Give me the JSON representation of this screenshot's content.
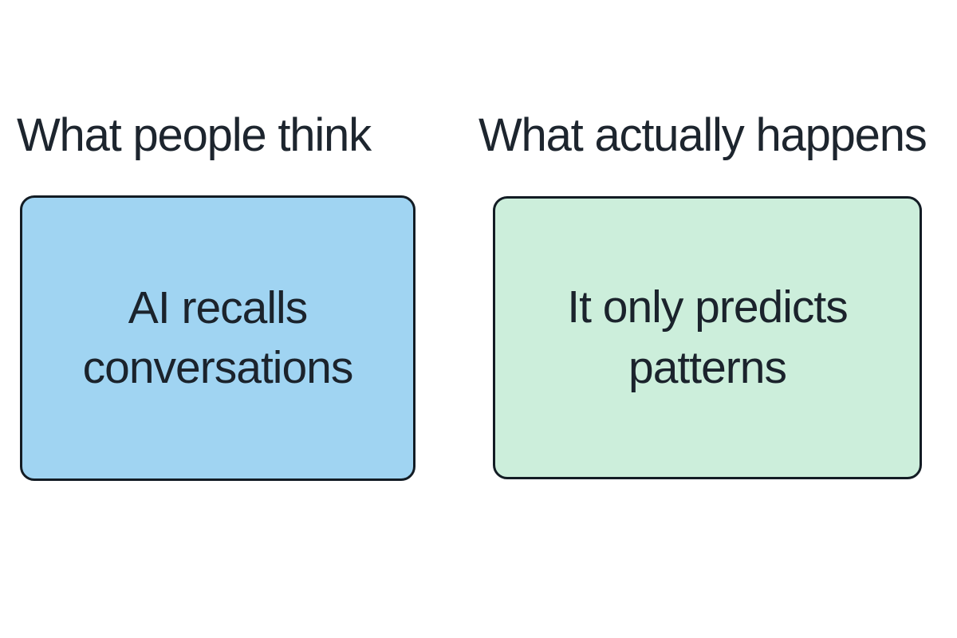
{
  "colors": {
    "background": "#ffffff",
    "heading_text": "#1d252e",
    "box_text": "#1b232c",
    "box_border": "#131c24",
    "left_box_fill": "#a0d4f2",
    "right_box_fill": "#cceedb"
  },
  "panels": [
    {
      "id": "left",
      "heading": "What people think",
      "box_lines": [
        "AI recalls",
        "conversations"
      ],
      "fill": "#a0d4f2"
    },
    {
      "id": "right",
      "heading": "What actually happens",
      "box_lines": [
        "It only predicts",
        "patterns"
      ],
      "fill": "#cceedb"
    }
  ]
}
